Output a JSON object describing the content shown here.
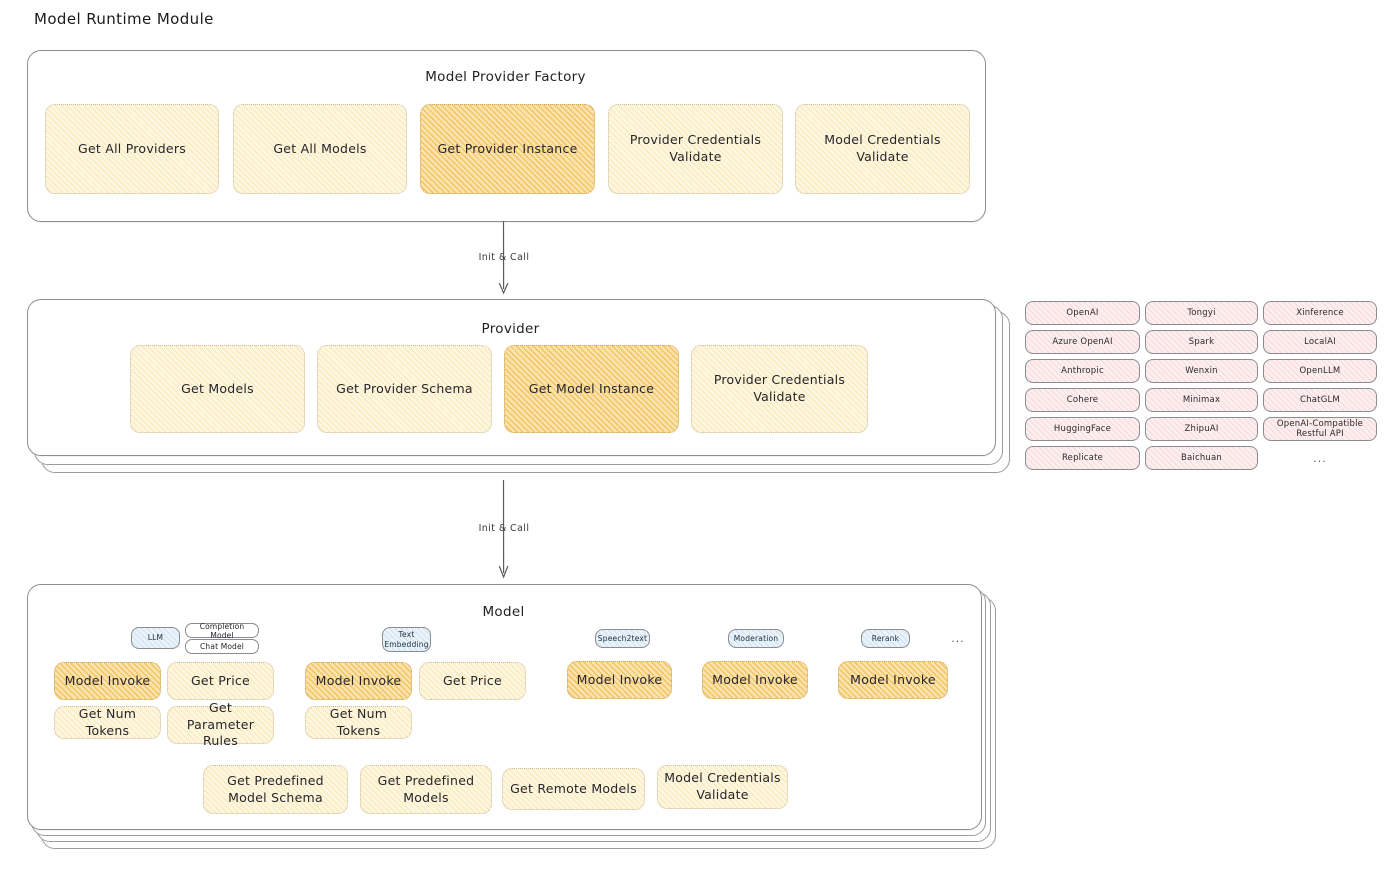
{
  "page": {
    "title": "Model Runtime Module"
  },
  "colors": {
    "highlight_fill": "#fae2ae",
    "normal_fill": "#fdf6e0",
    "provider_chip_fill": "#fdeff0",
    "model_type_chip_fill": "#e9f3fa",
    "stroke": "#8d8d94",
    "text": "#26262b"
  },
  "factory": {
    "title": "Model Provider Factory",
    "items": [
      {
        "label": "Get All Providers",
        "highlighted": false
      },
      {
        "label": "Get All Models",
        "highlighted": false
      },
      {
        "label": "Get Provider Instance",
        "highlighted": true
      },
      {
        "label": "Provider Credentials Validate",
        "highlighted": false
      },
      {
        "label": "Model Credentials Validate",
        "highlighted": false
      }
    ]
  },
  "arrows": [
    {
      "label": "Init & Call",
      "from": "Model Provider Factory",
      "to": "Provider"
    },
    {
      "label": "Init & Call",
      "from": "Provider",
      "to": "Model"
    }
  ],
  "provider": {
    "title": "Provider",
    "items": [
      {
        "label": "Get Models",
        "highlighted": false
      },
      {
        "label": "Get Provider Schema",
        "highlighted": false
      },
      {
        "label": "Get Model Instance",
        "highlighted": true
      },
      {
        "label": "Provider Credentials Validate",
        "highlighted": false
      }
    ]
  },
  "provider_list": {
    "columns": [
      [
        "OpenAI",
        "Azure OpenAI",
        "Anthropic",
        "Cohere",
        "HuggingFace",
        "Replicate"
      ],
      [
        "Tongyi",
        "Spark",
        "Wenxin",
        "Minimax",
        "ZhipuAI",
        "Baichuan"
      ],
      [
        "Xinference",
        "LocalAI",
        "OpenLLM",
        "ChatGLM",
        "OpenAI-Compatible Restful API"
      ]
    ],
    "more_indicator": "..."
  },
  "model": {
    "title": "Model",
    "more_indicator": "...",
    "types": [
      {
        "name": "LLM",
        "subtypes": [
          "Completion Model",
          "Chat Model"
        ],
        "methods_row1": [
          {
            "label": "Model Invoke",
            "highlighted": true
          },
          {
            "label": "Get Price",
            "highlighted": false
          }
        ],
        "methods_row2": [
          {
            "label": "Get Num Tokens",
            "highlighted": false
          },
          {
            "label": "Get Parameter Rules",
            "highlighted": false
          }
        ]
      },
      {
        "name": "Text Embedding",
        "subtypes": [],
        "methods_row1": [
          {
            "label": "Model Invoke",
            "highlighted": true
          },
          {
            "label": "Get Price",
            "highlighted": false
          }
        ],
        "methods_row2": [
          {
            "label": "Get Num Tokens",
            "highlighted": false
          }
        ]
      },
      {
        "name": "Speech2text",
        "subtypes": [],
        "methods_row1": [
          {
            "label": "Model Invoke",
            "highlighted": true
          }
        ],
        "methods_row2": []
      },
      {
        "name": "Moderation",
        "subtypes": [],
        "methods_row1": [
          {
            "label": "Model Invoke",
            "highlighted": true
          }
        ],
        "methods_row2": []
      },
      {
        "name": "Rerank",
        "subtypes": [],
        "methods_row1": [
          {
            "label": "Model Invoke",
            "highlighted": true
          }
        ],
        "methods_row2": []
      }
    ],
    "common_methods": [
      "Get Predefined Model Schema",
      "Get Predefined Models",
      "Get Remote Models",
      "Model Credentials Validate"
    ]
  }
}
